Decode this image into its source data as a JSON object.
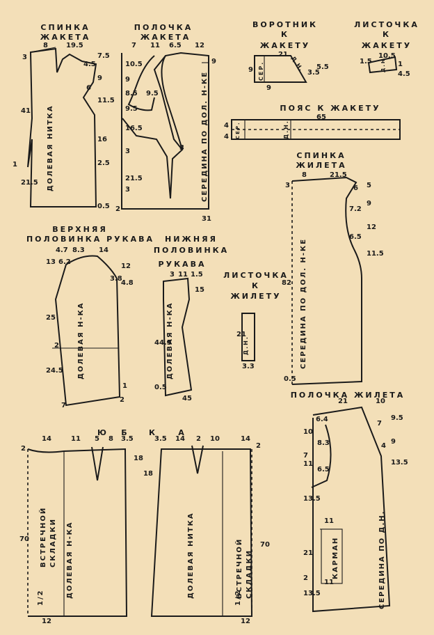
{
  "titles": {
    "back_jacket": [
      "СПИНКА",
      "ЖАКЕТА"
    ],
    "front_jacket": [
      "ПОЛОЧКА",
      "ЖАКЕТА"
    ],
    "collar": [
      "ВОРОТНИК",
      "К",
      "ЖАКЕТУ"
    ],
    "welt_jacket": [
      "ЛИСТОЧКА",
      "К",
      "ЖАКЕТУ"
    ],
    "belt": "ПОЯС   К   ЖАКЕТУ",
    "back_vest": [
      "СПИНКА",
      "ЖИЛЕТА"
    ],
    "upper_sleeve": [
      "ВЕРХНЯЯ",
      "ПОЛОВИНКА РУКАВА"
    ],
    "lower_sleeve": [
      "НИЖНЯЯ",
      "ПОЛОВИНКА",
      "РУКАВА"
    ],
    "welt_vest": [
      "ЛИСТОЧКА",
      "К",
      "ЖИЛЕТУ"
    ],
    "front_vest": "ПОЛОЧКА    ЖИЛЕТА",
    "skirt": [
      "Ю",
      "Б",
      "К",
      "А"
    ]
  },
  "labels": {
    "grain_back": "ДОЛЕВАЯ   НИТКА",
    "front_center": "СЕРЕДИНА  ПО  ДОЛ. Н-КЕ",
    "collar_sep": "СЕР.",
    "collar_dn": "Д.Н.",
    "welt_dn": "Д.Н.",
    "belt_sep": "СЕР.",
    "belt_dn": "Д.Н.",
    "vest_back_center": "СЕРЕДИНА  ПО  ДОЛ.  Н-КЕ",
    "upper_sleeve_grain": "ДОЛЕВАЯ      Н-КА",
    "lower_sleeve_grain": "ДОЛЕВАЯ  Н-КА",
    "welt_vest_dn": "Д.Н.",
    "vest_front_center": "СЕРЕДИНА  ПО  Д.Н.",
    "pocket": "КАРМАН",
    "skirt_left_fold": "ВСТРЕЧНОЙ   СКЛАДКИ",
    "skirt_left_grain": "ДОЛЕВАЯ      Н-КА",
    "skirt_right_grain": "ДОЛЕВАЯ      НИТКА",
    "skirt_right_fold": "ВСТРЕЧНОЙ   СКЛАДКИ",
    "half_left": "1/2",
    "half_right": "1/2"
  },
  "dims": {
    "back": {
      "top1": "8",
      "top2": "19.5",
      "a": "3",
      "b": "4.5",
      "c": "7.5",
      "d": "9",
      "e": "6",
      "f": "11.5",
      "g": "41",
      "h": "16",
      "i": "2.5",
      "j": "1",
      "k": "21.5",
      "l": "0.5"
    },
    "front": {
      "t1": "7",
      "t2": "11",
      "t3": "6.5",
      "t4": "12",
      "a": "10.5",
      "b": "9",
      "c": "8.5",
      "d": "9.5",
      "e": "9.5",
      "f": "16.5",
      "g": "3",
      "h": "3",
      "i": "21.5",
      "j": "2",
      "k": "3",
      "l": "31",
      "m": "9"
    },
    "collar": {
      "w": "21",
      "s": "9",
      "b": "9",
      "r1": "3.5",
      "r2": "5.5"
    },
    "welt_j": {
      "w": "10.5",
      "l": "1.5",
      "r1": "1",
      "r2": "4.5"
    },
    "belt": {
      "w": "65",
      "a": "4",
      "b": "4"
    },
    "vest_back": {
      "t1": "8",
      "t2": "21.5",
      "a": "3",
      "b": "6",
      "c": "5",
      "d": "7.2",
      "e": "9",
      "f": "12",
      "g": "6.5",
      "h": "11.5",
      "i": "82",
      "j": "0.5"
    },
    "usleeve": {
      "t1": "4.7",
      "t2": "8.3",
      "t3": "14",
      "a": "13",
      "b": "6.2",
      "c": "12",
      "d": "3.8",
      "e": "4.8",
      "f": "25",
      "g": "2",
      "h": "24.5",
      "i": "7",
      "j": "2",
      "k": "1"
    },
    "lsleeve": {
      "t1": "3",
      "t2": "11",
      "t3": "1.5",
      "a": "15",
      "b": "44.5",
      "c": "0.5",
      "d": "45"
    },
    "welt_v": {
      "h": "21",
      "w": "3.3"
    },
    "vest_front": {
      "t1": "21",
      "t2": "10",
      "a": "6.4",
      "b": "10",
      "c": "7",
      "d": "9.5",
      "e": "8.3",
      "f": "7",
      "g": "4",
      "h": "9",
      "i": "6.5",
      "j": "11",
      "k": "13.5",
      "l": "13.5",
      "m": "11",
      "n": "11",
      "o": "21",
      "p": "2",
      "q": "13.5"
    },
    "skirt_l": {
      "t1": "14",
      "t2": "11",
      "t3": "5",
      "t4": "8",
      "t5": "3.5",
      "a": "2",
      "b": "18",
      "c": "70",
      "d": "12"
    },
    "skirt_r": {
      "t1": "3.5",
      "t2": "14",
      "t3": "2",
      "t4": "10",
      "t5": "14",
      "a": "2",
      "b": "18",
      "c": "70",
      "d": "12"
    }
  }
}
